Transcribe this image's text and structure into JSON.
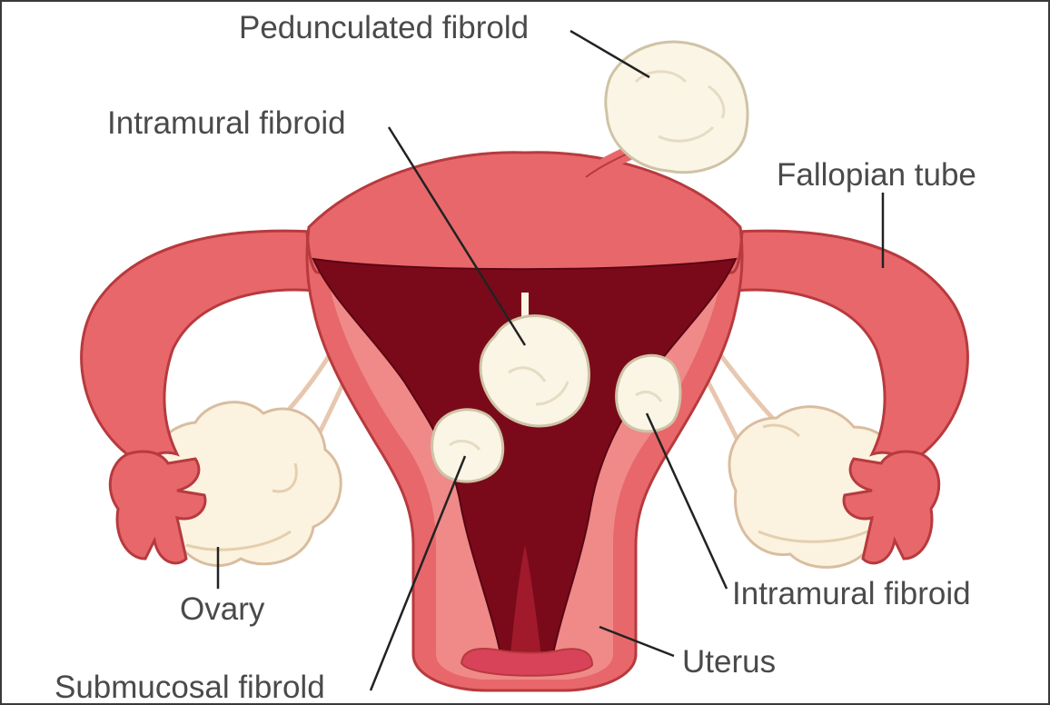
{
  "labels": {
    "pedunculated": "Pedunculated fibrold",
    "intramural_top": "Intramural fibroid",
    "fallopian": "Fallopian tube",
    "ovary": "Ovary",
    "intramural_right": "Intramural fibroid",
    "uterus": "Uterus",
    "submucosal": "Submucosal fibrold"
  },
  "colors": {
    "uterus_fill": "#e8676a",
    "uterus_light": "#ef8a89",
    "outline": "#b73a3e",
    "cavity": "#7a0a1a",
    "cavity_light": "#a01a2b",
    "fibroid": "#fbf5e6",
    "fibroid_outline": "#cfc3a6",
    "ovary_fill": "#fbf3e0",
    "ovary_outline": "#d9bda0",
    "label": "#4a4a4a",
    "leader": "#222222"
  }
}
